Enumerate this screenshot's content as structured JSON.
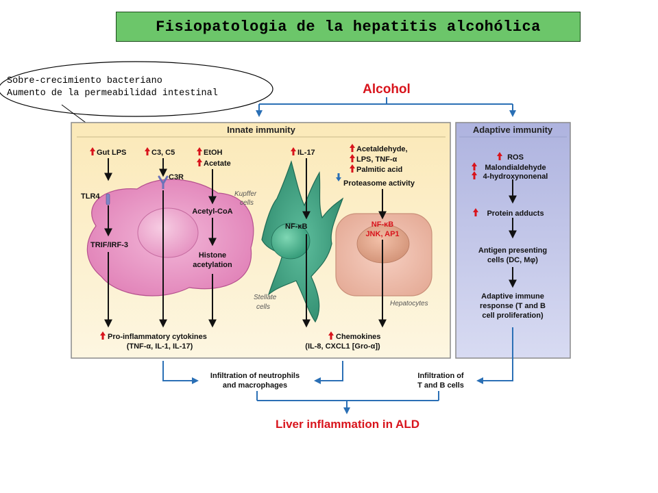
{
  "title": "Fisiopatologia de la hepatitis alcohólica",
  "callout": {
    "line1": "Sobre-crecimiento bacteriano",
    "line2": "Aumento de la permeabilidad intestinal"
  },
  "diagram": {
    "top": "Alcohol",
    "innate_title": "Innate immunity",
    "adaptive_title": "Adaptive immunity",
    "kupffer": {
      "col1_input": "Gut LPS",
      "col1_receptor": "TLR4",
      "col1_mid": "TRIF/IRF-3",
      "col2_input": "C3, C5",
      "col2_receptor": "C3R",
      "col3_input1": "EtOH",
      "col3_input2": "Acetate",
      "col3_mid": "Acetyl-CoA",
      "col3_low1": "Histone",
      "col3_low2": "acetylation",
      "cell_label1": "Kupffer",
      "cell_label2": "cells",
      "output1": "Pro-inflammatory cytokines",
      "output2": "(TNF-α, IL-1, IL-17)"
    },
    "stellate": {
      "input": "IL-17",
      "nucleus_label": "NF-κB",
      "cell_label1": "Stellate",
      "cell_label2": "cells"
    },
    "hepatocyte": {
      "input1": "Acetaldehyde,",
      "input2": "LPS, TNF-α",
      "input3": "Palmitic acid",
      "down_input": "Proteasome activity",
      "factor1": "NF-κB",
      "factor2": "JNK, AP1",
      "cell_label": "Hepatocytes",
      "output1": "Chemokines",
      "output2": "(IL-8, CXCL1 [Gro-α])"
    },
    "adaptive": {
      "in1": "ROS",
      "in2": "Malondialdehyde",
      "in3": "4-hydroxynonenal",
      "adducts": "Protein adducts",
      "apc1": "Antigen presenting",
      "apc2": "cells (DC, Mφ)",
      "resp1": "Adaptive immune",
      "resp2": "response (T and B",
      "resp3": "cell proliferation)"
    },
    "infil_left1": "Infiltration of neutrophils",
    "infil_left2": "and macrophages",
    "infil_right1": "Infiltration of",
    "infil_right2": "T and B cells",
    "bottom": "Liver inflammation in ALD"
  },
  "colors": {
    "title_bg": "#6cc66a",
    "arrow_blue": "#2a6fb5",
    "accent_red": "#d8141c",
    "innate_bg": "#fdf1d0",
    "adaptive_bg": "#b9bde4",
    "kupffer_cell": "#e896c4",
    "stellate_cell": "#3e9e82",
    "hepatocyte_cell": "#eeb9a7"
  }
}
